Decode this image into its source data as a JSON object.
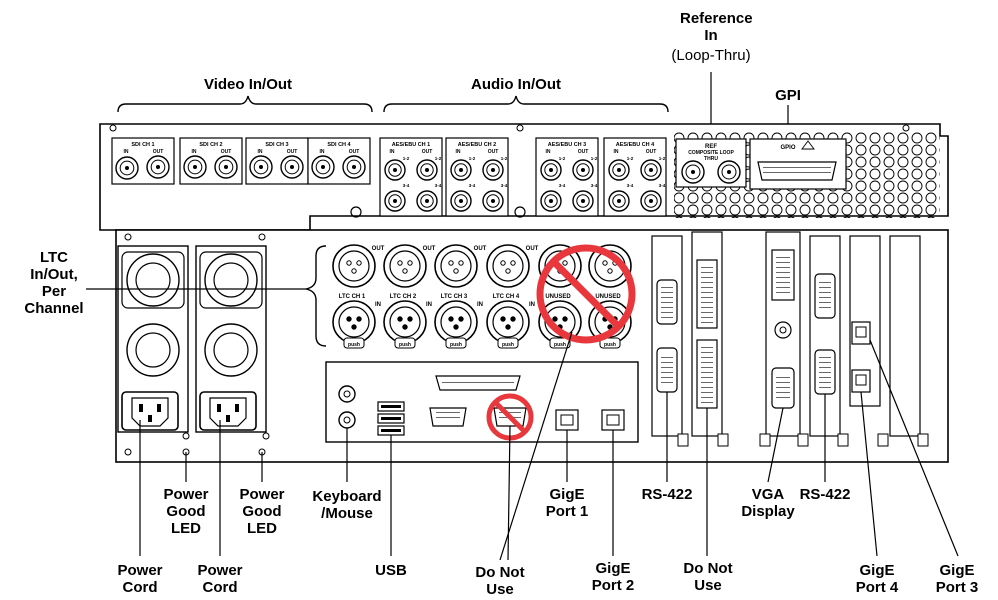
{
  "callouts": {
    "reference_title": "Reference\nIn",
    "reference_sub": "(Loop-Thru)",
    "gpi": "GPI",
    "video": "Video In/Out",
    "audio": "Audio In/Out",
    "ltc": "LTC\nIn/Out,\nPer\nChannel",
    "power_good_1": "Power\nGood\nLED",
    "power_good_2": "Power\nGood\nLED",
    "keyboard": "Keyboard\n/Mouse",
    "gige1": "GigE\nPort 1",
    "rs422_1": "RS-422",
    "vga": "VGA\nDisplay",
    "rs422_2": "RS-422",
    "power_cord_1": "Power\nCord",
    "power_cord_2": "Power\nCord",
    "usb": "USB",
    "do_not_use_1": "Do Not\nUse",
    "gige2": "GigE\nPort 2",
    "do_not_use_2": "Do Not\nUse",
    "gige4": "GigE\nPort 4",
    "gige3": "GigE\nPort 3"
  },
  "panel": {
    "sdi": [
      "SDI CH 1",
      "SDI CH 2",
      "SDI CH 3",
      "SDI CH 4"
    ],
    "io": [
      "IN",
      "OUT"
    ],
    "aes": [
      "AES/EBU CH 1",
      "AES/EBU CH 2",
      "AES/EBU CH 3",
      "AES/EBU CH 4"
    ],
    "aes_pair_a": "1-2",
    "aes_pair_b": "3-4",
    "ref_title": "REF",
    "ref_sub": "COMPOSITE LOOP",
    "ref_thru": "THRU",
    "gpio": "GPIO",
    "ltc": [
      "LTC CH 1",
      "LTC CH 2",
      "LTC CH 3",
      "LTC CH 4"
    ],
    "ltc_out": "OUT",
    "ltc_in": "IN",
    "unused": "UNUSED",
    "push": "push"
  },
  "colors": {
    "line": "#000000",
    "panel": "#ffffff",
    "prohibit": "#e8383d"
  }
}
